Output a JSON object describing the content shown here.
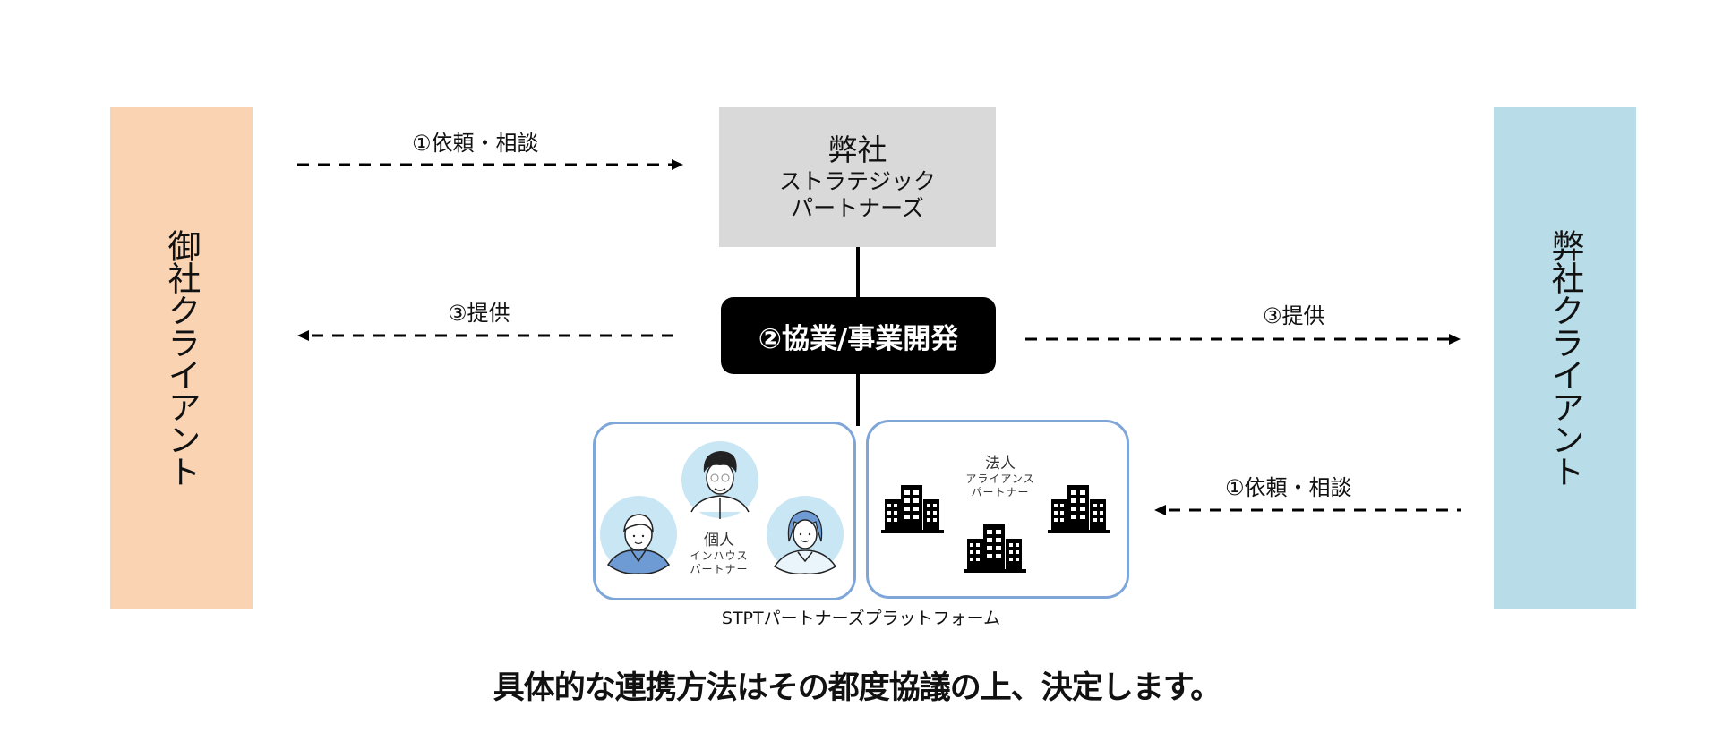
{
  "left_client": {
    "label": "御社クライアント",
    "color": "#FAD3B3"
  },
  "right_client": {
    "label": "弊社クライアント",
    "color": "#B8DDE8"
  },
  "company": {
    "title": "弊社",
    "subtitle_line1": "ストラテジック",
    "subtitle_line2": "パートナーズ",
    "color": "#D9D9D9"
  },
  "collaboration": {
    "label": "②協業/事業開発"
  },
  "arrows": {
    "left_request": {
      "label": "①依頼・相談",
      "direction": "right"
    },
    "left_provide": {
      "label": "③提供",
      "direction": "left"
    },
    "right_provide": {
      "label": "③提供",
      "direction": "right"
    },
    "right_request": {
      "label": "①依頼・相談",
      "direction": "left"
    }
  },
  "partners": {
    "individual": {
      "title": "個人",
      "sub1": "インハウス",
      "sub2": "パートナー",
      "icons": [
        "person-icon",
        "person-icon",
        "person-icon"
      ]
    },
    "corporate": {
      "title": "法人",
      "sub1": "アライアンス",
      "sub2": "パートナー",
      "icons": [
        "building-icon",
        "building-icon",
        "building-icon"
      ]
    },
    "platform_caption": "STPTパートナーズプラットフォーム",
    "border_color": "#7FA6D8",
    "avatar_bg": "#C9E6F5"
  },
  "footer": {
    "text": "具体的な連携方法はその都度協議の上、決定します。"
  }
}
